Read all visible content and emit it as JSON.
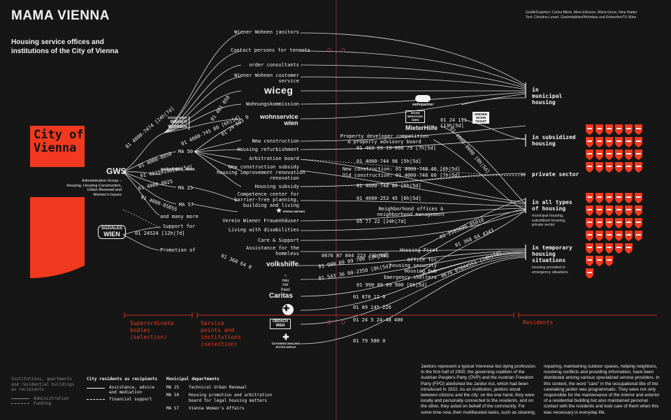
{
  "header": {
    "title": "MAMA VIENNA",
    "subtitle": "Housing service offices and institutions of the City of Vienna",
    "credits_1": "Grafik/Graphics: Carina Bliem, Aline Eriksson, Maria Gross, Nina Haider",
    "credits_2": "Text: Christina Lenart. Gastredaktion/Wohnbau und Entwerfen/TU Wien"
  },
  "city": {
    "label_1": "City of",
    "label_2": "Vienna"
  },
  "gws": {
    "label": "GWS",
    "desc_1": "Administrative Group –",
    "desc_2": "Housing, Housing Construction,",
    "desc_3": "Urban Renewal and",
    "desc_4": "Women's Issues"
  },
  "soziales": {
    "line1": "SOZIALES",
    "line2": "WIEN"
  },
  "departments": {
    "ma50": "MA 50",
    "ma25": "MA 25",
    "ma57": "MA 57",
    "and_more": "and many more",
    "support_for": "Support for",
    "promotion_of": "Promotion of"
  },
  "logos": {
    "stadt_wien_1": "STADT WIEN",
    "stadt_wien_2": "WIENER",
    "stadt_wien_3": "WOHNEN",
    "wohnfonds": "wohnfonds_wien",
    "wiceg": "wiceg",
    "wohnservice_1": "wohnservice",
    "wohnservice_2": "wien",
    "wohnpartner": "wohnpartner",
    "mieterhilfe": "MieterHilfe",
    "wohnberatung_1": "WOHN",
    "wohnberatung_2": "BERATUNG",
    "wohnberatung_3": "WIEN",
    "wohnticket_1": "WIENER",
    "wohnticket_2": "WOHN",
    "wohnticket_3": "TICKET",
    "frauenhaeuser_1": "VEREIN WIENER",
    "frauenhaeuser_2": "FRAUENHÄUSER",
    "volkshilfe": "volkshilfe.",
    "neunerhaus_1": "neu",
    "neunerhaus_2": "ner",
    "neunerhaus_3": "haus",
    "caritas": "Caritas",
    "obdach_1": "OBDACH",
    "obdach_2": "WIEN",
    "redcross_1": "ÖSTERREICHISCHES",
    "redcross_2": "ROTES KREUZ"
  },
  "services": [
    "Wiener Wohnen janitors",
    "Contact persons for tenants",
    "order consultants",
    "Wiener Wohnen customer service",
    "Wohnungskommission",
    "New construction",
    "Housing refurbishment",
    "Arbitration board",
    "New construction subsidy",
    "housing improvement renovation",
    "Housing subsidy",
    "Competence center for",
    "barrier-free planning,",
    "building and living",
    "Verein Wiener Frauenhäuser",
    "Living with disabilities",
    "Care & Support",
    "Assistance for the homeless",
    "Property developer competition",
    "& property advisory board",
    "Neighborhood offices &",
    "neighborhood management",
    "Housing First",
    "Office for",
    "housing security",
    "Housing hub",
    "Emergency shelters"
  ],
  "phones": {
    "p1": "01 4000-7474 [24h|7d]",
    "p2": "01 4000-8050",
    "p3": "01 40359190[9h|5d]",
    "p4": "01 4000-8025",
    "p5": "01 4000-85855",
    "p6": "01 4000-745 80 [6h|5d]",
    "p7": "01 24 503 0",
    "p8": "01 401 050",
    "p9": "01 24 111",
    "p10": "[13h|5d]",
    "p11": "01 4000-8000 [8h|5d]",
    "p12": "01 403 59 19-066 79 [7h|5d]",
    "p13": "01 4000-744 98 [5h|5d]",
    "p14": "New construction: 01 4000-748 40 [6h|5d]",
    "p15": "Old construction: 01 4000-748 60 [7h|5d]",
    "p16": "01 4000-748 80 [5h|5d]",
    "p17": "01 4000-253 45 [6h|5d]",
    "p18": "05 77 22 [24h|7d]",
    "p19": "01 24524 [12h|7d]",
    "p20": "01 360 64 0",
    "p21": "0676 87 844 223 [3h|5d]",
    "p22": "01 990 09 09 700 [3h|5d]",
    "p23": "01 543 36 00-2350 [8h|5d]",
    "p24": "01 990 09 09 900 [6h|5d]",
    "p25": "01 878 12 0",
    "p26": "01 89 145 226",
    "p27": "01 24 5 24-48 400",
    "p28": "01 79 580 0",
    "p29": "01 2185600-85010",
    "p30": "01 368 64 4343",
    "p31": "0676 87844551 [24h|7d]"
  },
  "residents": {
    "municipal_1": "in",
    "municipal_2": "municipal",
    "municipal_3": "housing",
    "subsidized_1": "in subsidized",
    "subsidized_2": "housing",
    "private": "private sector",
    "all_1": "in all types",
    "all_2": "of housing",
    "all_sub_1": "municipal housing,",
    "all_sub_2": "subsidized housing,",
    "all_sub_3": "private sector",
    "temp_1": "in temporary",
    "temp_2": "housing",
    "temp_3": "situations",
    "temp_sub_1": "housing provided in",
    "temp_sub_2": "emergency situations"
  },
  "axis": {
    "col1_1": "Superordinate",
    "col1_2": "bodies",
    "col1_3": "(selection)",
    "col2_1": "Service",
    "col2_2": "points and",
    "col2_3": "institutions",
    "col2_4": "(selection)",
    "col3": "Residents"
  },
  "legend": {
    "inst_1": "Institutions, apartments",
    "inst_2": "and residential buildings",
    "inst_3": "as recipients",
    "administration": "Administration",
    "funding": "Funding",
    "city_title": "City residents as recipients",
    "assist_1": "Assistance, advice",
    "assist_2": "and mediation",
    "financial": "financial support",
    "muni_title": "Municipal departments",
    "ma25_code": "MA 25",
    "ma25_desc": "Technical Urban Renewal",
    "ma50_code": "MA 50",
    "ma50_desc_1": "Housing promotion and arbitration",
    "ma50_desc_2": "board for legal housing matters",
    "ma57_code": "MA 57",
    "ma57_desc": "Vienna Women's Affairs"
  },
  "body_text": {
    "col1": "Janitors represent a typical Viennese but dying profession. In the first half of 2000, the governing coalition of the Austrian People's Party (ÖVP) and the Austrian Freedom Party (FPÖ) abolished the Janitor Act, which had been introduced in 1922. As an institution, janitors stood between citizens and the city: on the one hand, they were locally and personally connected to the residents, and on the other, they acted on behalf of the community. For some time now, their multifaceted tasks, such as cleaning,",
    "col2": "repairing, maintaining outdoor spaces, helping neighbors, resolving conflicts and providing information, have been distributed among various specialized service providers. In this context, the word \"care\" in the occupational title of the caretaking janitor was programmatic. They were not only responsible for the maintenance of the interior and exterior of a residential building but also maintained personal contact with the residents and took care of them when this was necessary in everyday life."
  },
  "colors": {
    "accent_red": "#f0391f",
    "background": "#161616",
    "foreground": "#f2f2f2",
    "divider_pink": "#b03a6a"
  }
}
